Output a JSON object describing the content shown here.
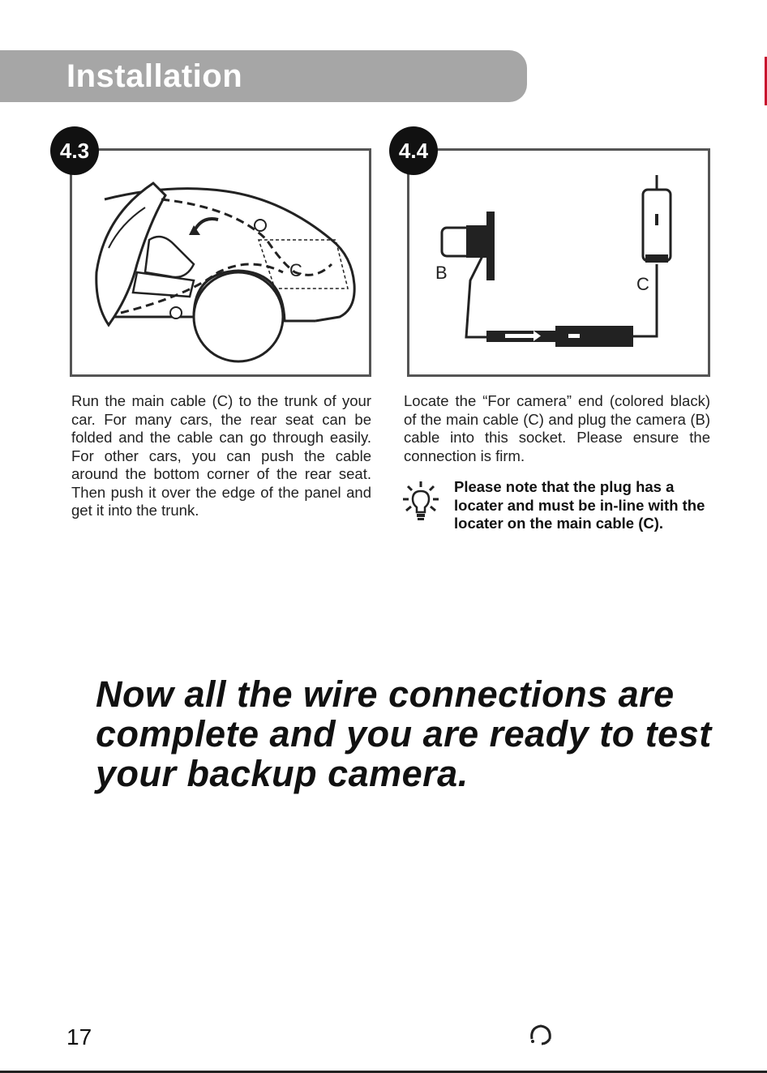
{
  "header": {
    "title": "Installation"
  },
  "steps": [
    {
      "badge": "4.3",
      "text": "Run the main cable (C) to the trunk of your car. For many cars, the rear seat can be folded and the cable can go through easily. For other cars, you can push the cable around the bottom corner of the rear seat. Then push it over the edge of the panel and get it into the trunk.",
      "figure_labels": {
        "c": "C"
      }
    },
    {
      "badge": "4.4",
      "text": "Locate the “For camera” end (colored black) of the main cable (C) and plug the camera (B) cable into this socket. Please ensure the connection is firm.",
      "figure_labels": {
        "b": "B",
        "c": "C"
      }
    }
  ],
  "tip": {
    "icon": "lightbulb-icon",
    "text": "Please note that the plug has a locater and must be in-line with the locater on the main cable (C)."
  },
  "closing": "Now all the wire connections are complete and you are ready to test your backup camera.",
  "footer": {
    "page_number": "17",
    "logo": "brand-logo-icon"
  }
}
